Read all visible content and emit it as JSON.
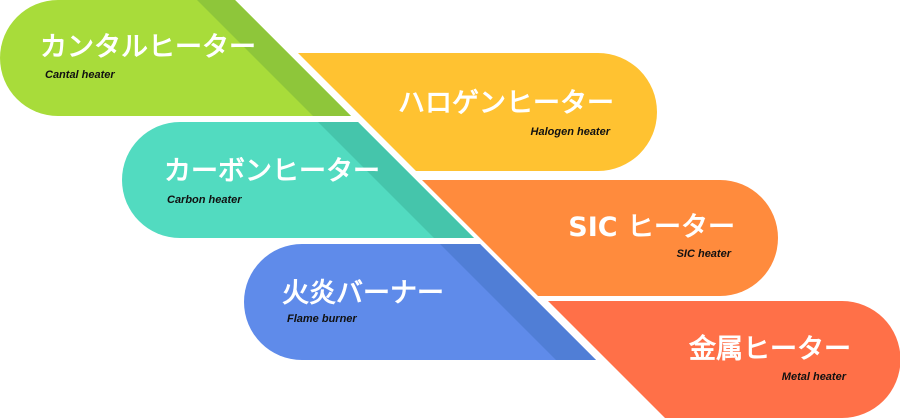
{
  "items": [
    {
      "title": "カンタルヒーター",
      "subtitle": "Cantal heater",
      "color": "#a8dc3a",
      "shade": "#8ec63a"
    },
    {
      "title": "ハロゲンヒーター",
      "subtitle": "Halogen heater",
      "color": "#ffc231"
    },
    {
      "title": "カーボンヒーター",
      "subtitle": "Carbon heater",
      "color": "#52dbc0",
      "shade": "#45c5ab"
    },
    {
      "title": "SIC ヒーター",
      "subtitle": "SIC heater",
      "color": "#ff8b3d"
    },
    {
      "title": "火炎バーナー",
      "subtitle": "Flame burner",
      "color": "#5f8bea",
      "shade": "#507ed6"
    },
    {
      "title": "金属ヒーター",
      "subtitle": "Metal heater",
      "color": "#ff7048"
    }
  ]
}
